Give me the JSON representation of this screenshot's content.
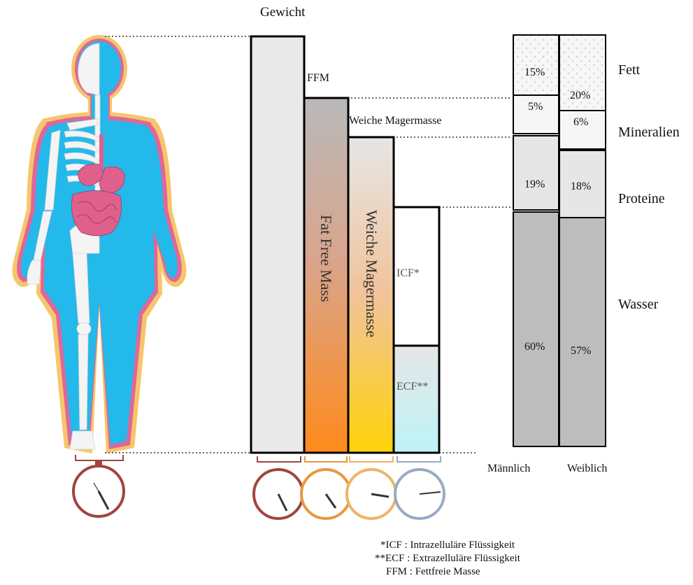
{
  "labels": {
    "weight": "Gewicht",
    "ffm": "FFM",
    "soft_lean": "Weiche Magermasse",
    "bar_ffm_vertical": "Fat Free Mass",
    "bar_soft_lean_vertical": "Weiche Magermasse",
    "icf": "ICF*",
    "ecf": "ECF**"
  },
  "composition": {
    "categories": [
      "Fett",
      "Mineralien",
      "Proteine",
      "Wasser"
    ],
    "male": {
      "label": "Männlich",
      "fat": "15%",
      "minerals": "5%",
      "proteins": "19%",
      "water": "60%"
    },
    "female": {
      "label": "Weiblich",
      "fat": "20%",
      "minerals": "6%",
      "proteins": "18%",
      "water": "57%"
    }
  },
  "legend": [
    "*ICF : Intrazelluläre Flüssigkeit",
    "**ECF : Extrazelluläre Flüssigkeit",
    "FFM : Fettfreie Masse"
  ],
  "colors": {
    "body_blue": "#23b9eb",
    "body_outline_pink": "#e0669a",
    "body_outline_orange": "#f6c66a",
    "organs": "#e0608c",
    "water_gray": "#bdbdbd",
    "protein_gray": "#e6e6e6",
    "scale_red": "#a0453f",
    "scale_orange": "#e79840",
    "scale_light_orange": "#eeb468",
    "scale_blue": "#98aac3"
  }
}
